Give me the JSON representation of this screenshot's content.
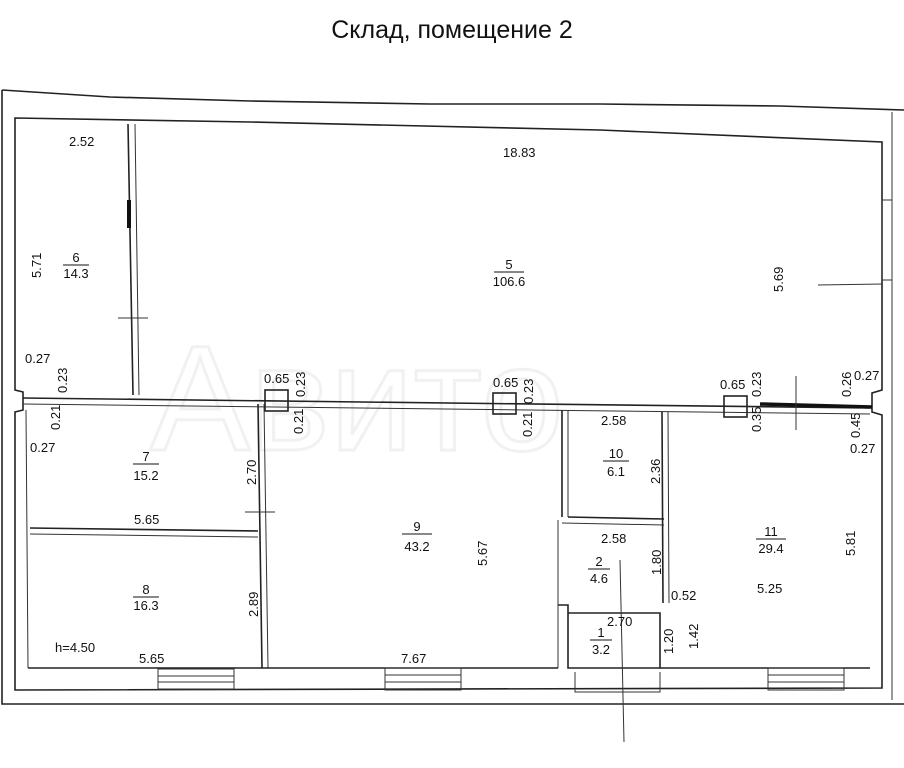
{
  "title": "Склад, помещение 2",
  "watermark": "Авито",
  "rooms": [
    {
      "number": "6",
      "area": "14.3"
    },
    {
      "number": "5",
      "area": "106.6"
    },
    {
      "number": "7",
      "area": "15.2"
    },
    {
      "number": "8",
      "area": "16.3"
    },
    {
      "number": "9",
      "area": "43.2"
    },
    {
      "number": "10",
      "area": "6.1"
    },
    {
      "number": "2",
      "area": "4.6"
    },
    {
      "number": "1",
      "area": "3.2"
    },
    {
      "number": "11",
      "area": "29.4"
    }
  ],
  "dimensions": [
    "2.52",
    "18.83",
    "5.71",
    "5.69",
    "0.27",
    "0.23",
    "0.21",
    "0.27",
    "0.65",
    "0.23",
    "0.21",
    "0.65",
    "0.23",
    "0.21",
    "0.65",
    "0.23",
    "0.35",
    "0.26",
    "0.27",
    "0.45",
    "0.27",
    "2.70",
    "5.65",
    "2.89",
    "5.65",
    "7.67",
    "5.67",
    "2.58",
    "2.36",
    "2.58",
    "1.80",
    "0.52",
    "2.70",
    "1.20",
    "1.42",
    "5.81",
    "5.25"
  ],
  "height_note": "h=4.50"
}
